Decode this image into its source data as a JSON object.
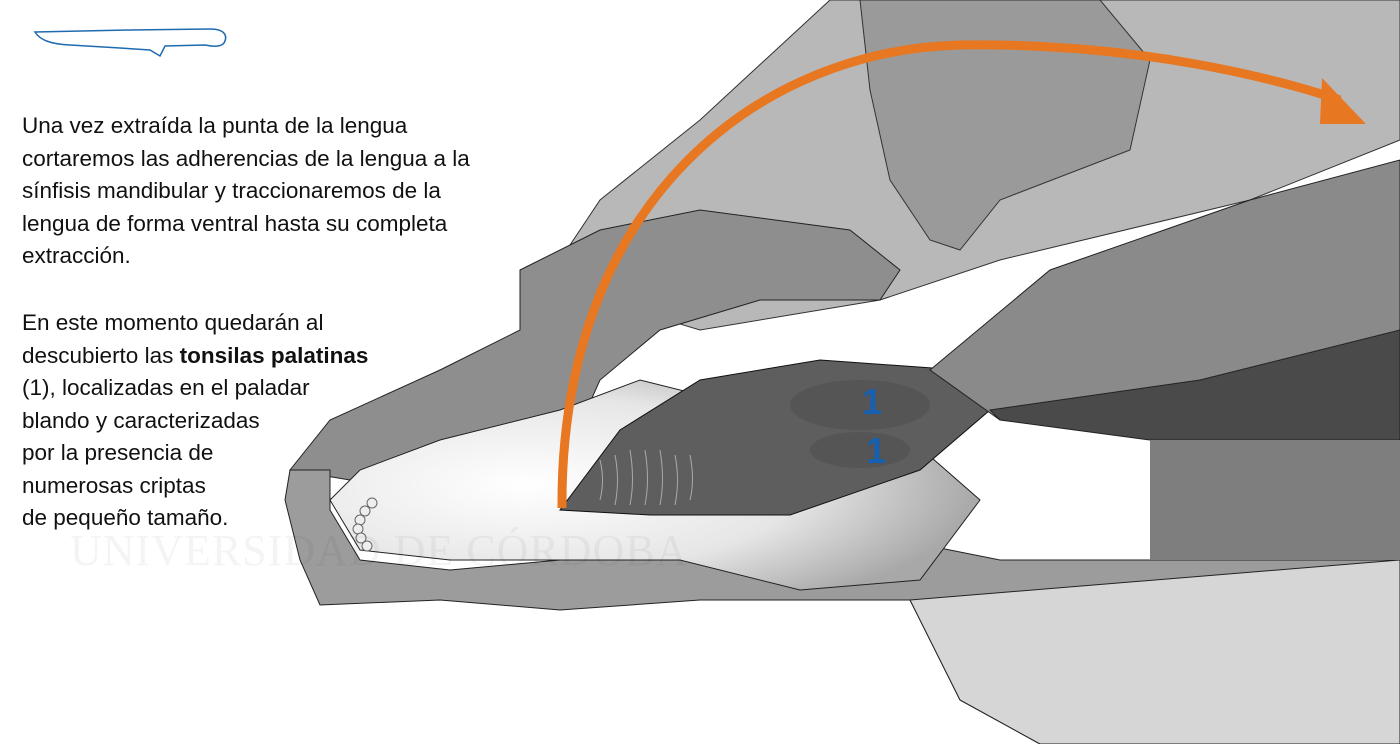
{
  "icon": {
    "name": "knife-icon",
    "color": "#1e6bb0"
  },
  "paragraph1": {
    "lines": [
      "Una vez extraída la punta de la lengua",
      "cortaremos las adherencias de la lengua a la",
      "sínfisis mandibular y traccionaremos de la",
      "lengua de forma ventral hasta su completa",
      "extracción."
    ]
  },
  "paragraph2": {
    "line1": "En este momento quedarán al",
    "line2_prefix": "descubierto las ",
    "line2_bold": "tonsilas palatinas",
    "lines_rest": [
      "(1), localizadas en el paladar",
      "blando y caracterizadas",
      "por la presencia de",
      "numerosas criptas",
      "de pequeño tamaño."
    ]
  },
  "labels": {
    "tonsil_upper": "1",
    "tonsil_lower": "1",
    "color": "#1560b0"
  },
  "arrow": {
    "color": "#e87722"
  },
  "watermark": "UNIVERSIDAD DE CÓRDOBA"
}
